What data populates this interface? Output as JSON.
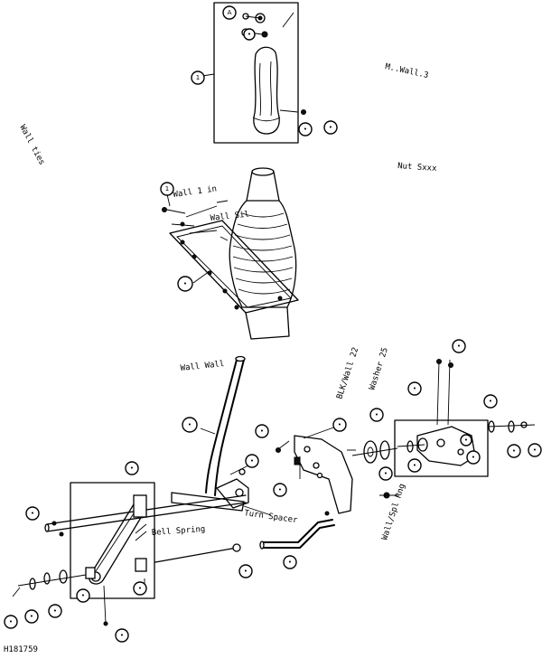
{
  "figure_id": "H181759",
  "references": [
    "M..Wall.3",
    "Wall 1 in",
    "Nut Sxxx",
    "Wall ties",
    "BLK/Wall 22",
    "Washer 25",
    "Wall Wall",
    "Turn Spacer",
    "Bell Spring",
    "Wall/Spl Rng",
    "Wall Sil"
  ]
}
